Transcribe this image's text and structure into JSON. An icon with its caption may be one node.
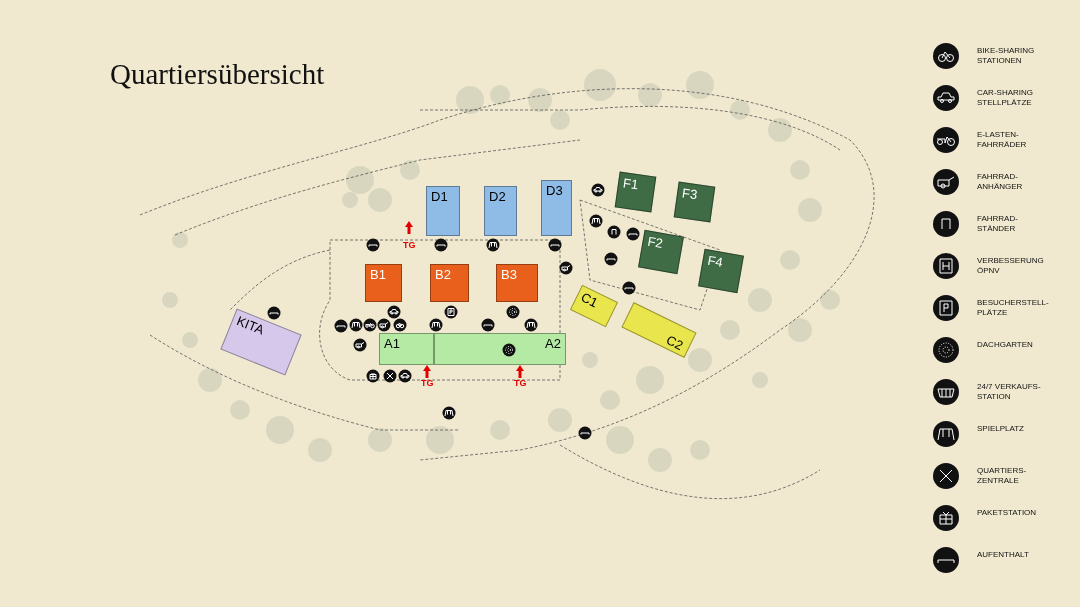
{
  "diagram": {
    "title": "Quartiersübersicht",
    "nodes": [
      {
        "text": [
          "D1"
        ]
      },
      {
        "text": [
          "D2"
        ]
      },
      {
        "text": [
          "D3"
        ]
      },
      {
        "text": [
          "F1"
        ]
      },
      {
        "text": [
          "F3"
        ]
      },
      {
        "text": [
          "F2"
        ]
      },
      {
        "text": [
          "F4"
        ]
      },
      {
        "text": [
          "B1"
        ]
      },
      {
        "text": [
          "B2"
        ]
      },
      {
        "text": [
          "B3"
        ]
      },
      {
        "text": [
          "C1"
        ]
      },
      {
        "text": [
          "C2"
        ]
      },
      {
        "text": [
          "KITA"
        ]
      },
      {
        "text": [
          "A1"
        ]
      },
      {
        "text": [
          "A2"
        ]
      }
    ],
    "labels": [
      "TG",
      "TG",
      "TG"
    ],
    "legend": [
      {
        "text": "BIKE-SHARING STATIONEN"
      },
      {
        "text": "CAR-SHARING STELLPLÄTZE"
      },
      {
        "text": "E-LASTEN- FAHRRÄDER"
      },
      {
        "text": "FAHRRAD- ANHÄNGER"
      },
      {
        "text": "FAHRRAD- STÄNDER"
      },
      {
        "text": "VERBESSERUNG ÖPNV"
      },
      {
        "text": "BESUCHERSTELL- PLÄTZE"
      },
      {
        "text": "DACHGARTEN"
      },
      {
        "text": "24/7 VERKAUFS- STATION"
      },
      {
        "text": "SPIELPLATZ"
      },
      {
        "text": "QUARTIERS- ZENTRALE"
      },
      {
        "text": "PAKETSTATION"
      },
      {
        "text": "AUFENTHALT"
      }
    ]
  }
}
